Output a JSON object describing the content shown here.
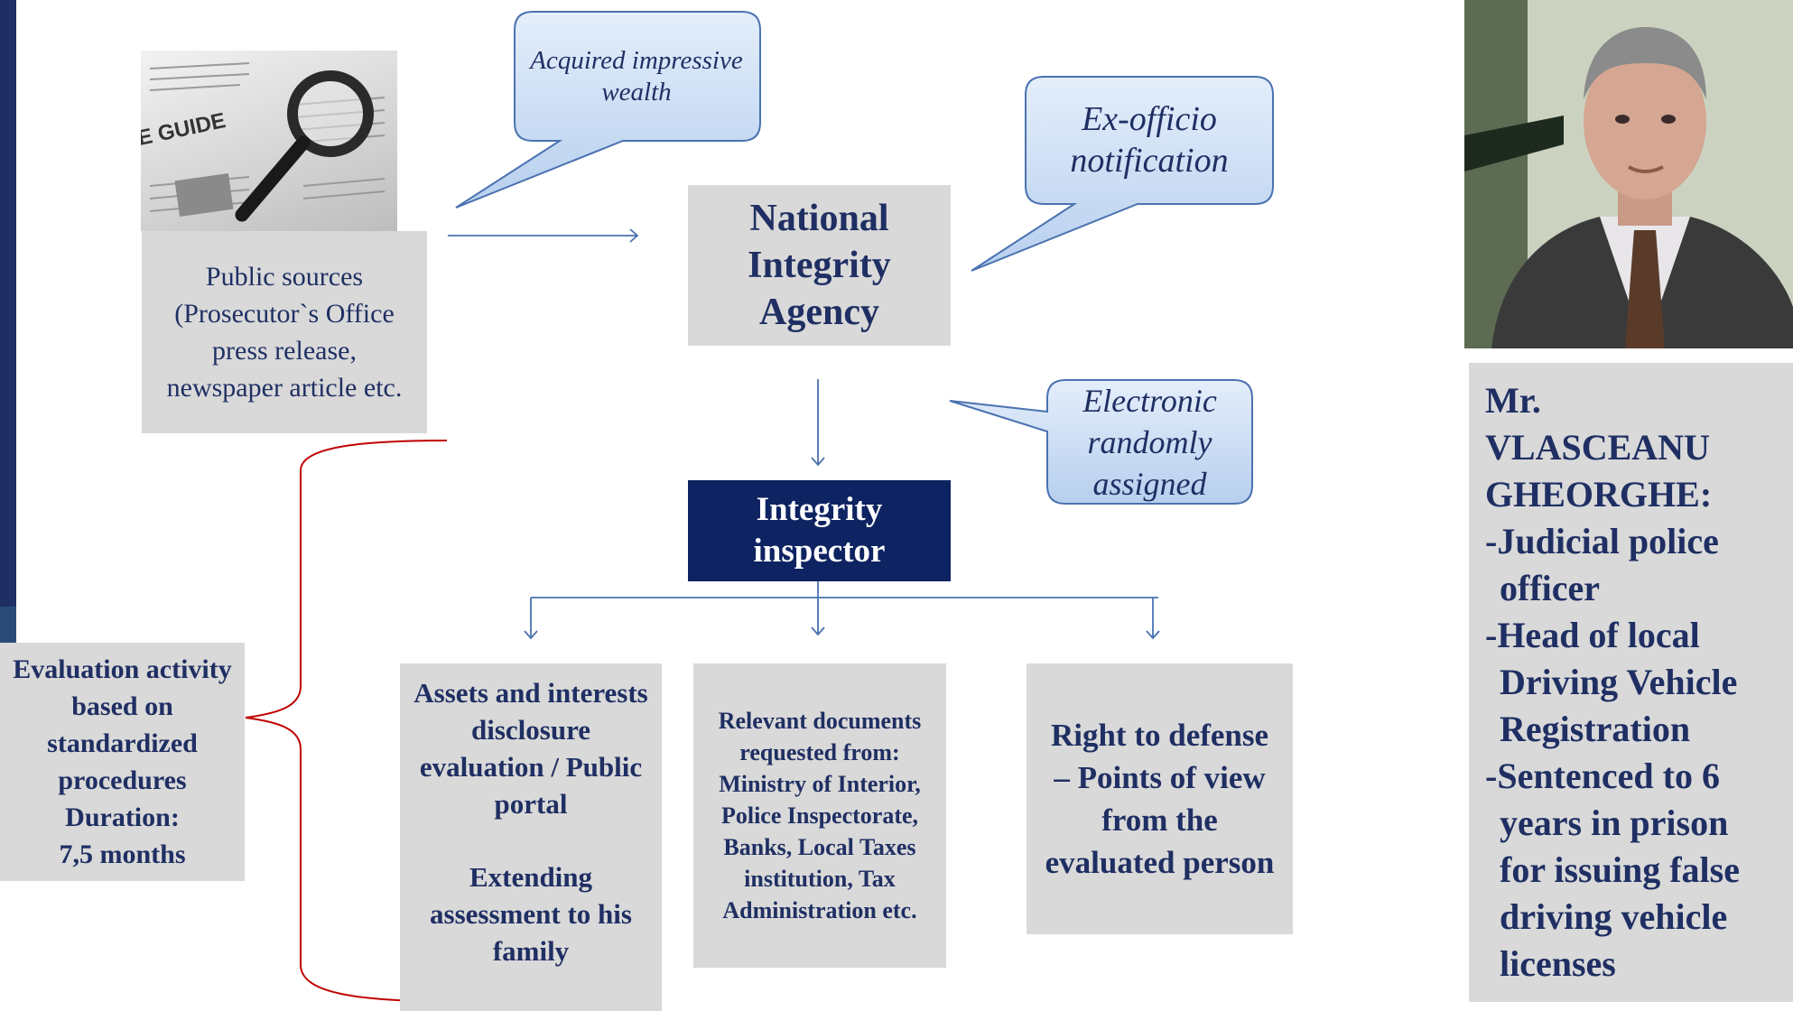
{
  "bubbles": {
    "wealth": "Acquired impressive wealth",
    "exofficio": "Ex-officio notification",
    "electronic": "Electronic randomly assigned"
  },
  "public_sources": {
    "photo_text": "E GUIDE",
    "text": "Public sources (Prosecutor`s Office press release, newspaper article etc."
  },
  "agency": {
    "line1": "National",
    "line2": "Integrity",
    "line3": "Agency"
  },
  "inspector": {
    "line1": "Integrity",
    "line2": "inspector"
  },
  "boxes": {
    "assets_1": "Assets and interests disclosure evaluation / Public portal",
    "assets_2": "Extending assessment to his family",
    "documents": "Relevant documents requested from: Ministry of Interior, Police Inspectorate, Banks, Local Taxes institution, Tax Administration etc.",
    "defense": "Right to defense – Points of view from the evaluated person"
  },
  "evaluation": {
    "line1": "Evaluation activity based on standardized procedures",
    "line2": "Duration:",
    "line3": "7,5 months"
  },
  "bio": {
    "name_1": "Mr.",
    "name_2": "VLASCEANU",
    "name_3": "GHEORGHE:",
    "item1_a": "-Judicial police",
    "item1_b": "officer",
    "item2_a": "-Head of local",
    "item2_b": "Driving Vehicle",
    "item2_c": "Registration",
    "item3_a": "-Sentenced to 6",
    "item3_b": "years in prison",
    "item3_c": "for issuing false",
    "item3_d": "driving vehicle",
    "item3_e": "licenses"
  },
  "colors": {
    "navy": "#0e2361",
    "text_blue": "#1f2f63",
    "box_gray": "#d9d9d9",
    "arrow": "#4a72b0",
    "brace": "#c00000",
    "bubble_fill": "#cfe0f6"
  },
  "icons": {
    "magnifier": "magnifier-icon"
  }
}
